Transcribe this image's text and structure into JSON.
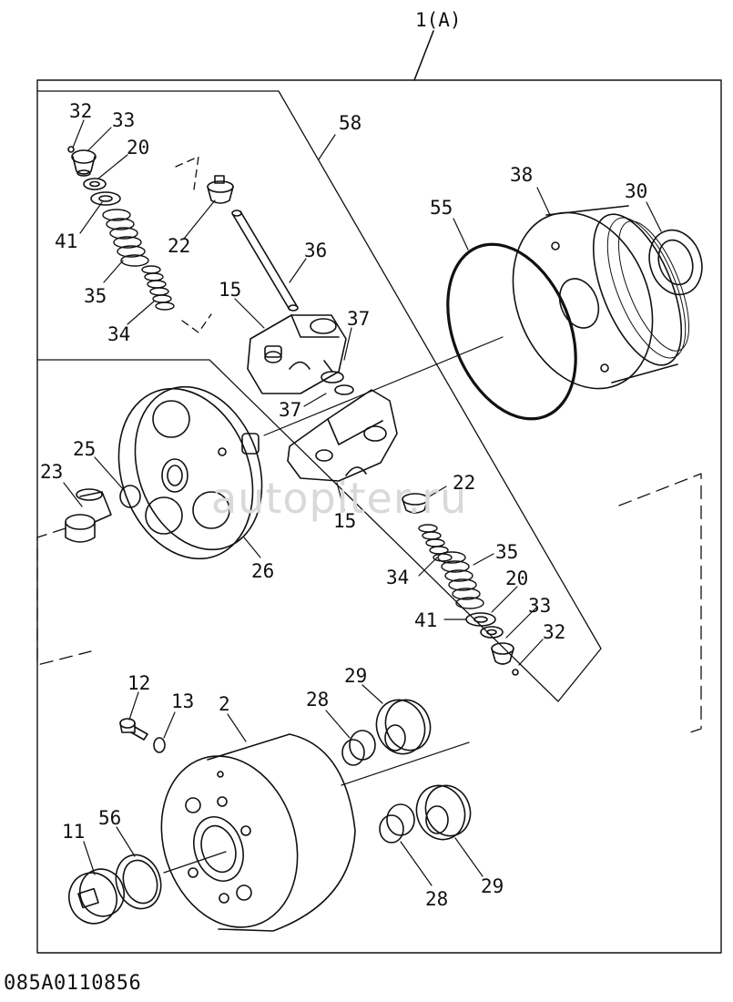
{
  "assembly_label": "1(A)",
  "document_code": "085A0110856",
  "watermark_text": "autopiter.ru",
  "callouts": {
    "c32a": "32",
    "c33a": "33",
    "c20a": "20",
    "c41a": "41",
    "c35a": "35",
    "c34a": "34",
    "c22a": "22",
    "c58": "58",
    "c36": "36",
    "c15a": "15",
    "c37a": "37",
    "c37b": "37",
    "c38": "38",
    "c30": "30",
    "c55": "55",
    "c25": "25",
    "c23": "23",
    "c26": "26",
    "c15b": "15",
    "c22b": "22",
    "c35b": "35",
    "c34b": "34",
    "c20b": "20",
    "c41b": "41",
    "c33b": "33",
    "c32b": "32",
    "c12": "12",
    "c13": "13",
    "c2": "2",
    "c28a": "28",
    "c29a": "29",
    "c11": "11",
    "c56": "56",
    "c28b": "28",
    "c29b": "29"
  },
  "colors": {
    "line": "#111111",
    "watermark": "#d9d9d9"
  }
}
